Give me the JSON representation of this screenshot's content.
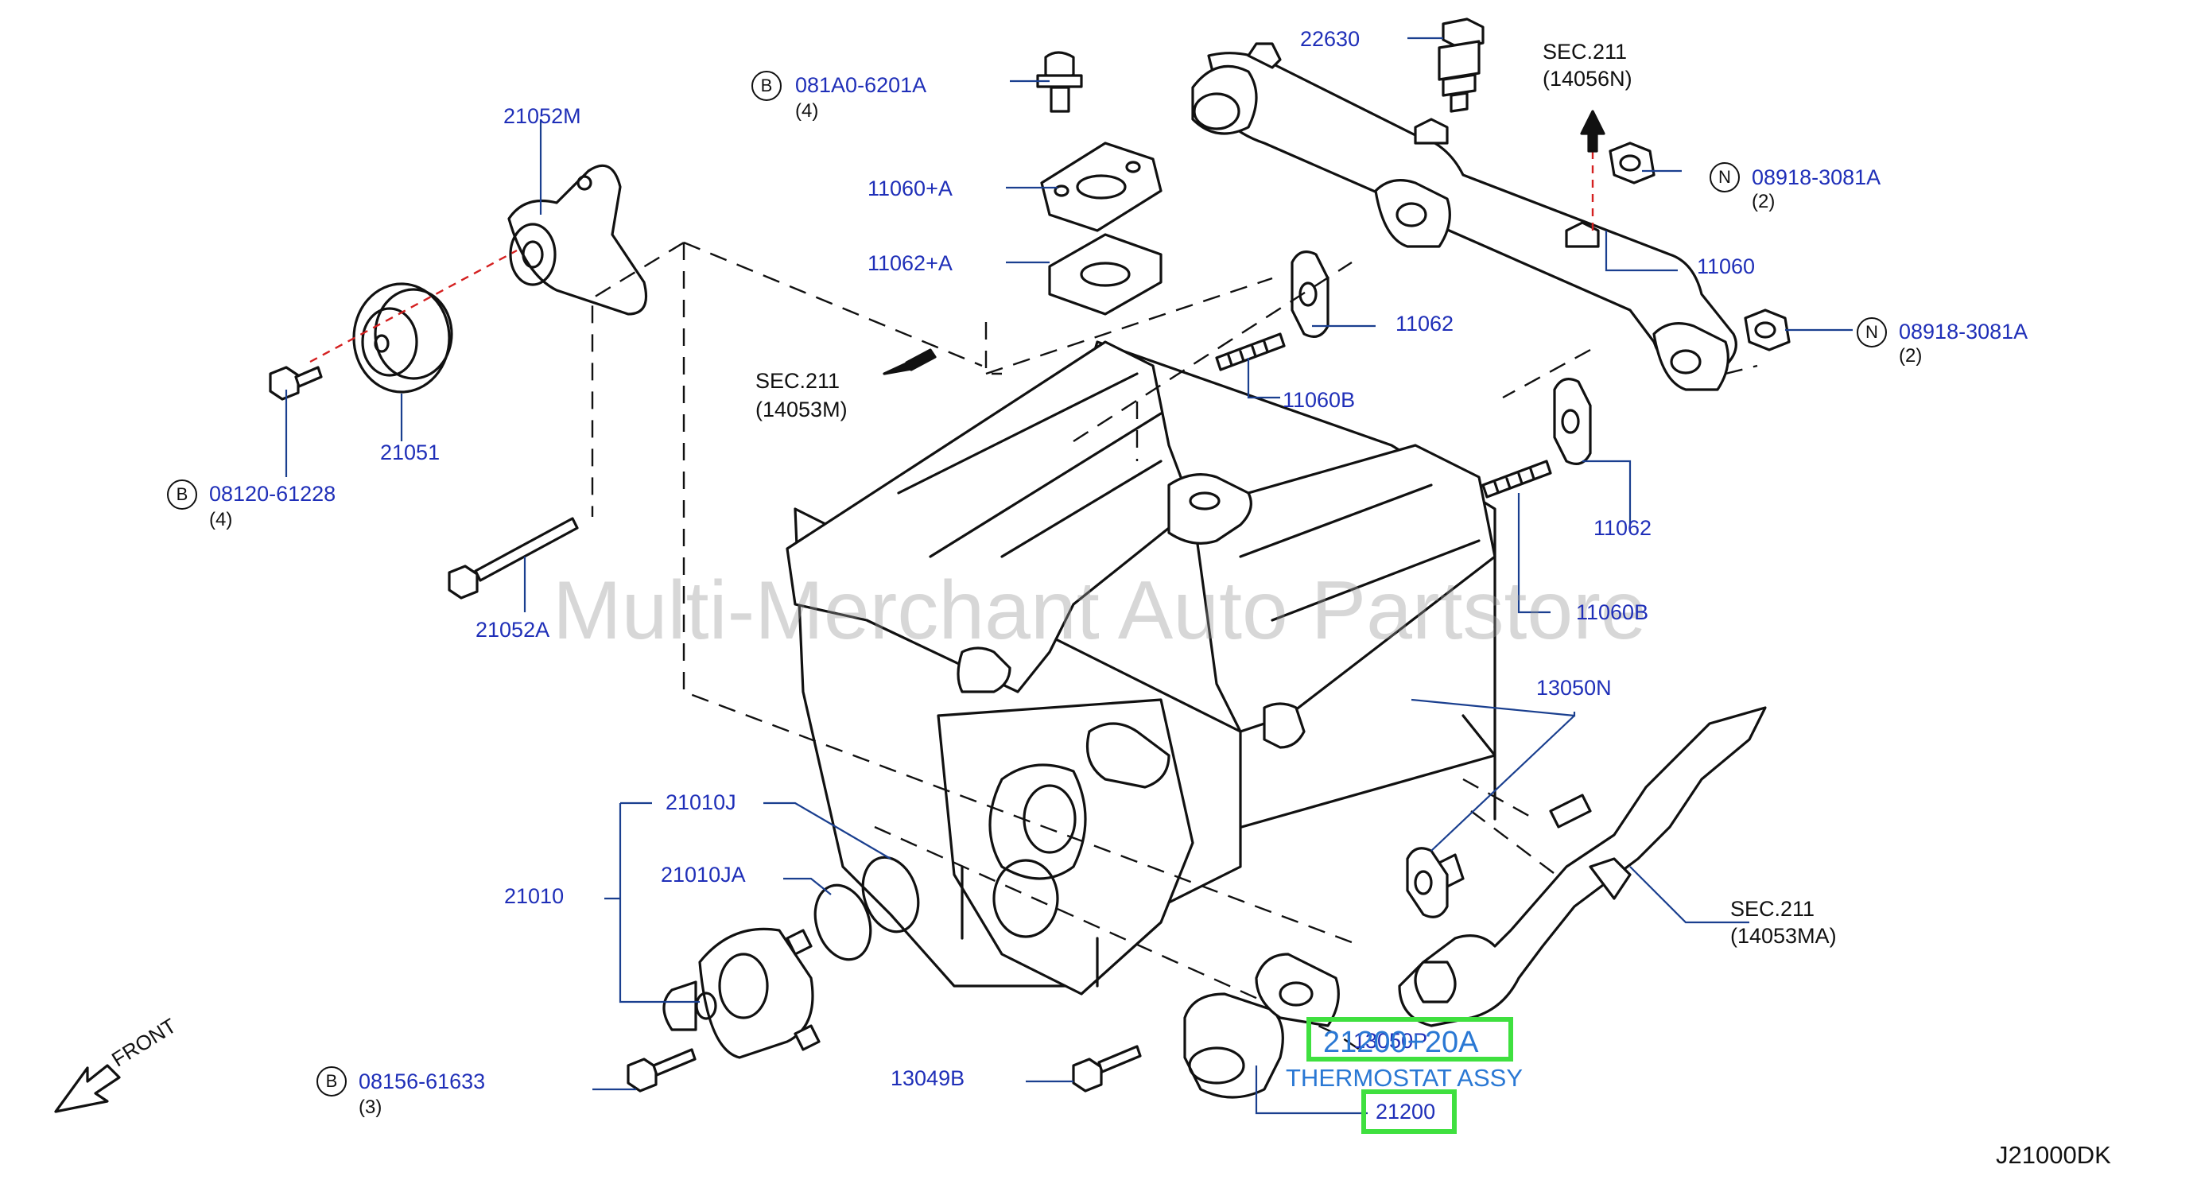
{
  "diagram": {
    "code": "J21000DK",
    "watermark": "Multi-Merchant Auto Partstore",
    "front_label": "FRONT",
    "highlight": {
      "part_a": "21200+20A",
      "part_a_overlap": "13050P",
      "caption": "THERMOSTAT ASSY",
      "part_b": "21200",
      "color": "#3fe03f"
    },
    "label_color": "#1f2fb8",
    "parts": {
      "p22630": "22630",
      "p081a0": "081A0-6201A",
      "p081a0_qty": "(4)",
      "p081a0_badge": "B",
      "p21052m": "21052M",
      "p11060a": "11060+A",
      "p11062a": "11062+A",
      "p21051": "21051",
      "p08120": "08120-61228",
      "p08120_qty": "(4)",
      "p08120_badge": "B",
      "p21052a": "21052A",
      "p11062_top": "11062",
      "p11060b_top": "11060B",
      "p11060": "11060",
      "p08918_top": "08918-3081A",
      "p08918_top_qty": "(2)",
      "p08918_top_badge": "N",
      "p08918_bot": "08918-3081A",
      "p08918_bot_qty": "(2)",
      "p08918_bot_badge": "N",
      "p11062_bot": "11062",
      "p11060b_bot": "11060B",
      "p13050n": "13050N",
      "p21010j": "21010J",
      "p21010ja": "21010JA",
      "p21010": "21010",
      "p13049b": "13049B",
      "p08156": "08156-61633",
      "p08156_qty": "(3)",
      "p08156_badge": "B"
    },
    "sections": {
      "sec_top_title": "SEC.211",
      "sec_top_code": "(14056N)",
      "sec_left_title": "SEC.211",
      "sec_left_code": "(14053M)",
      "sec_right_title": "SEC.211",
      "sec_right_code": "(14053MA)"
    }
  }
}
